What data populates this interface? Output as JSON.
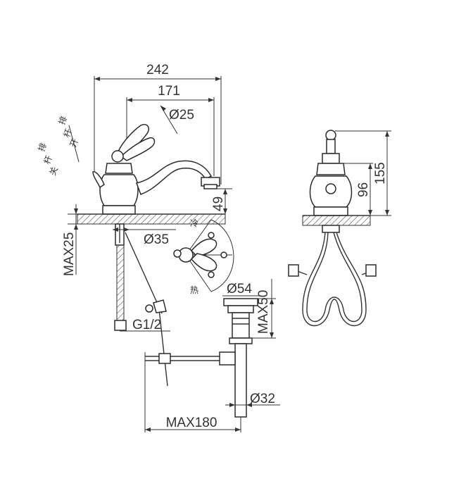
{
  "dimensions": {
    "overall_width": "242",
    "reach": "171",
    "handle_dia": "Ø25",
    "spout_height": "49",
    "deck_max": "MAX25",
    "hole_dia": "Ø35",
    "thread": "G1/2",
    "waste_dia": "Ø54",
    "waste_max": "MAX50",
    "pipe_dia": "Ø32",
    "trap_max": "MAX180",
    "height_total": "155",
    "height_body": "96"
  },
  "handle_labels": {
    "drain_open": [
      "排",
      "杆",
      "开"
    ],
    "drain_close": [
      "排",
      "杆",
      "关"
    ],
    "cold": "冷",
    "hot": "热"
  },
  "colors": {
    "line": "#333333",
    "hatch": "#444444",
    "background": "#ffffff"
  }
}
